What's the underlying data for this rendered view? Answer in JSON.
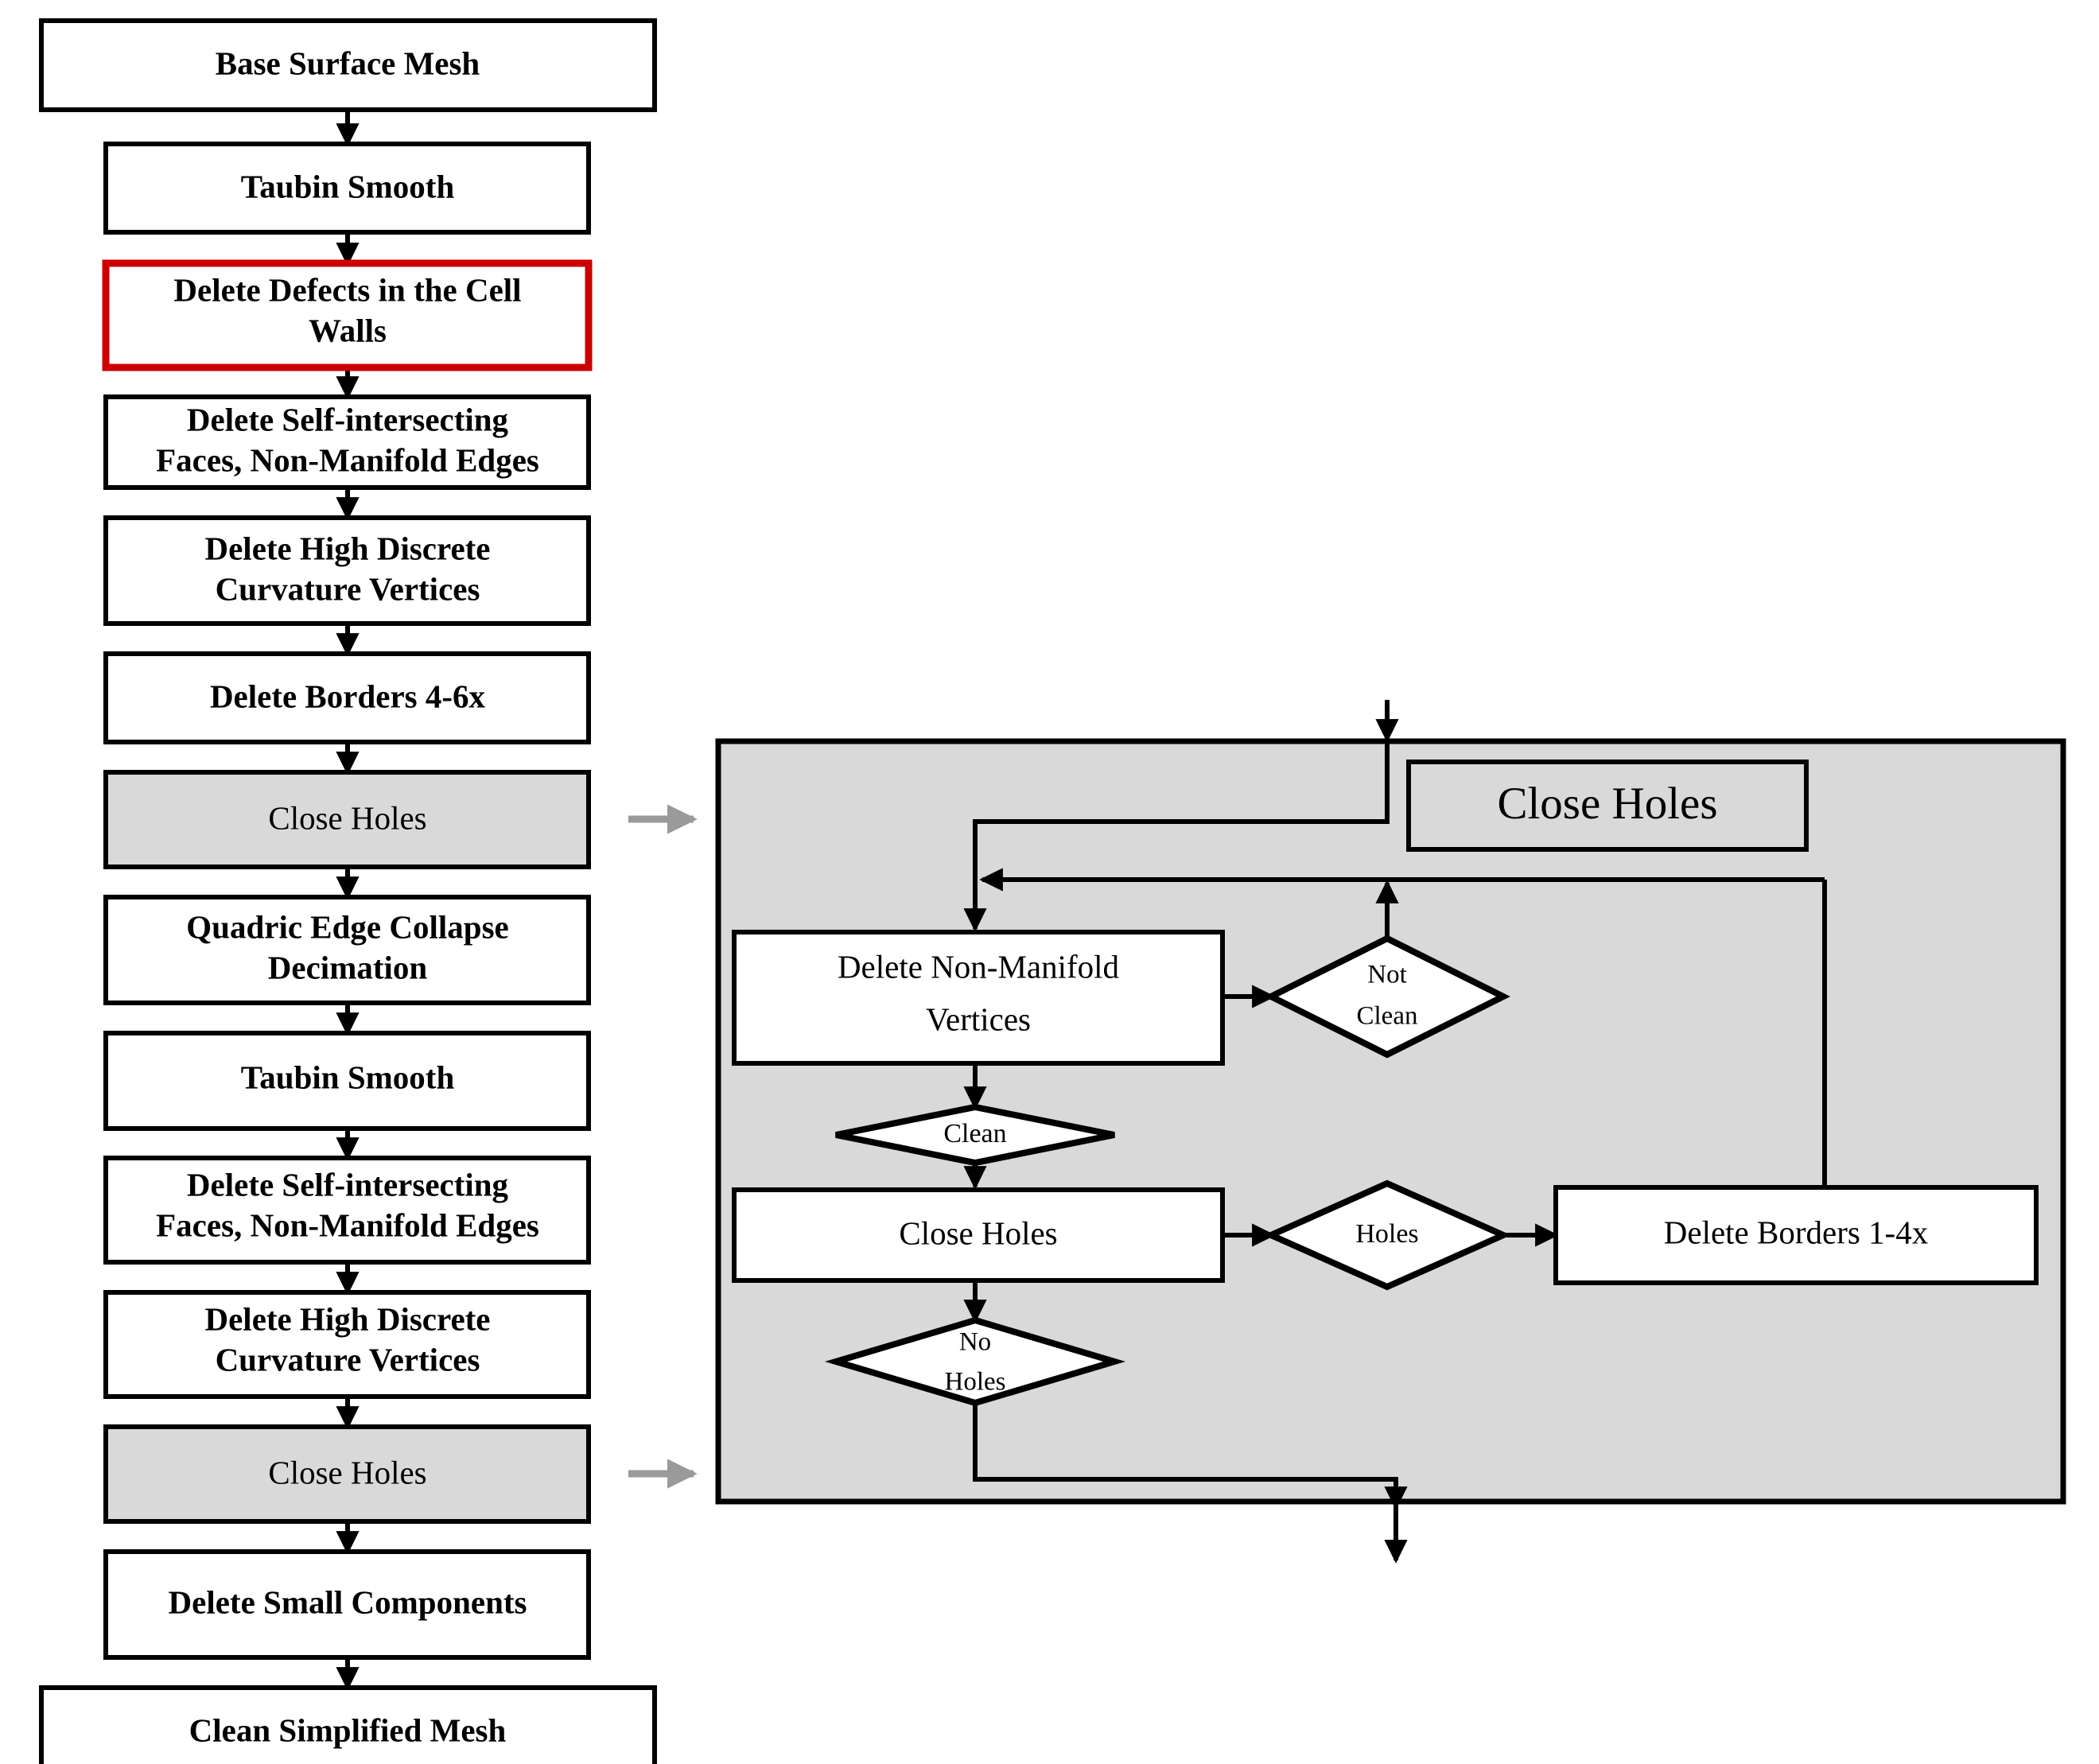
{
  "diagram": {
    "title": "Mesh simplification pipeline flowchart",
    "colors": {
      "highlight_border": "#cc0000",
      "shaded_fill": "#d9d9d9",
      "panel_fill": "#d9d9d9",
      "connector_gray": "#9a9a9a",
      "stroke": "#000000",
      "node_fill": "#ffffff"
    },
    "main_pipeline": {
      "name": "main-pipeline",
      "steps": [
        {
          "id": "base-surface-mesh",
          "label": "Base Surface Mesh",
          "style": "terminal"
        },
        {
          "id": "taubin-smooth-1",
          "label": "Taubin Smooth",
          "style": "plain"
        },
        {
          "id": "delete-defects",
          "label": "Delete Defects in the Cell Walls",
          "style": "highlighted"
        },
        {
          "id": "delete-self-intersect-1",
          "label": "Delete Self-intersecting Faces, Non-Manifold Edges",
          "style": "plain"
        },
        {
          "id": "delete-high-curv-1",
          "label": "Delete High Discrete Curvature Vertices",
          "style": "plain"
        },
        {
          "id": "delete-borders-46x",
          "label": "Delete Borders 4-6x",
          "style": "plain"
        },
        {
          "id": "close-holes-1",
          "label": "Close Holes",
          "style": "shaded"
        },
        {
          "id": "quadric-edge-collapse",
          "label": "Quadric Edge Collapse Decimation",
          "style": "plain"
        },
        {
          "id": "taubin-smooth-2",
          "label": "Taubin Smooth",
          "style": "plain"
        },
        {
          "id": "delete-self-intersect-2",
          "label": "Delete Self-intersecting Faces, Non-Manifold Edges",
          "style": "plain"
        },
        {
          "id": "delete-high-curv-2",
          "label": "Delete High Discrete Curvature Vertices",
          "style": "plain"
        },
        {
          "id": "close-holes-2",
          "label": "Close Holes",
          "style": "shaded"
        },
        {
          "id": "delete-small-components",
          "label": "Delete Small Components",
          "style": "plain"
        },
        {
          "id": "clean-simplified-mesh",
          "label": "Clean Simplified Mesh",
          "style": "terminal"
        }
      ],
      "step_lines": {
        "base-surface-mesh": [
          "Base Surface Mesh"
        ],
        "taubin-smooth-1": [
          "Taubin Smooth"
        ],
        "delete-defects": [
          "Delete Defects in the Cell",
          "Walls"
        ],
        "delete-self-intersect-1": [
          "Delete Self-intersecting",
          "Faces, Non-Manifold Edges"
        ],
        "delete-high-curv-1": [
          "Delete High Discrete",
          "Curvature Vertices"
        ],
        "delete-borders-46x": [
          "Delete Borders 4-6x"
        ],
        "close-holes-1": [
          "Close Holes"
        ],
        "quadric-edge-collapse": [
          "Quadric Edge Collapse",
          "Decimation"
        ],
        "taubin-smooth-2": [
          "Taubin Smooth"
        ],
        "delete-self-intersect-2": [
          "Delete Self-intersecting",
          "Faces, Non-Manifold Edges"
        ],
        "delete-high-curv-2": [
          "Delete High Discrete",
          "Curvature Vertices"
        ],
        "close-holes-2": [
          "Close Holes"
        ],
        "delete-small-components": [
          "Delete Small Components"
        ],
        "clean-simplified-mesh": [
          "Clean Simplified Mesh"
        ]
      }
    },
    "subprocess": {
      "name": "close-holes-subprocess",
      "title": "Close Holes",
      "nodes": [
        {
          "id": "delete-non-manifold-vertices",
          "label": "Delete Non-Manifold Vertices",
          "shape": "rect",
          "lines": [
            "Delete Non-Manifold",
            "Vertices"
          ]
        },
        {
          "id": "not-clean-decision",
          "label": "Not Clean",
          "shape": "diamond",
          "lines": [
            "Not",
            "Clean"
          ]
        },
        {
          "id": "clean-decision",
          "label": "Clean",
          "shape": "diamond",
          "lines": [
            "Clean"
          ]
        },
        {
          "id": "close-holes-step",
          "label": "Close Holes",
          "shape": "rect",
          "lines": [
            "Close Holes"
          ]
        },
        {
          "id": "holes-decision",
          "label": "Holes",
          "shape": "diamond",
          "lines": [
            "Holes"
          ]
        },
        {
          "id": "delete-borders-14x",
          "label": "Delete Borders 1-4x",
          "shape": "rect",
          "lines": [
            "Delete Borders 1-4x"
          ]
        }
      ],
      "edges": [
        {
          "from": "entry",
          "to": "delete-non-manifold-vertices",
          "label": ""
        },
        {
          "from": "delete-non-manifold-vertices",
          "to": "not-clean-decision",
          "label": "Not Clean"
        },
        {
          "from": "not-clean-decision",
          "to": "delete-non-manifold-vertices",
          "label": ""
        },
        {
          "from": "delete-non-manifold-vertices",
          "to": "clean-decision",
          "label": "Clean"
        },
        {
          "from": "clean-decision",
          "to": "close-holes-step",
          "label": ""
        },
        {
          "from": "close-holes-step",
          "to": "holes-decision",
          "label": "Holes"
        },
        {
          "from": "holes-decision",
          "to": "delete-borders-14x",
          "label": ""
        },
        {
          "from": "delete-borders-14x",
          "to": "delete-non-manifold-vertices",
          "label": ""
        },
        {
          "from": "close-holes-step",
          "to": "no-holes-decision",
          "label": "No Holes"
        },
        {
          "from": "no-holes-decision",
          "to": "exit",
          "label": ""
        }
      ],
      "no_holes_decision": {
        "id": "no-holes-decision",
        "label": "No Holes",
        "shape": "diamond",
        "lines": [
          "No",
          "Holes"
        ]
      }
    },
    "connectors": [
      {
        "id": "connector-close-holes-1",
        "from": "close-holes-1",
        "to": "close-holes-subprocess",
        "style": "gray-arrow"
      },
      {
        "id": "connector-close-holes-2",
        "from": "close-holes-2",
        "to": "close-holes-subprocess",
        "style": "gray-arrow"
      }
    ]
  }
}
